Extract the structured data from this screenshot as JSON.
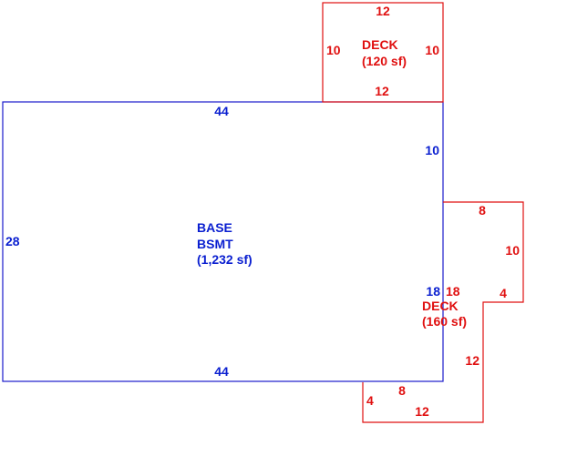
{
  "colors": {
    "basement": "#1a1acc",
    "deck": "#e01010"
  },
  "basement": {
    "name_line1": "BASE",
    "name_line2": "BSMT",
    "area": "(1,232 sf)",
    "dims": {
      "top": "44",
      "bottom": "44",
      "left": "28",
      "right_upper": "10",
      "right_lower": "18"
    }
  },
  "deck_top": {
    "name": "DECK",
    "area": "(120 sf)",
    "dims": {
      "top": "12",
      "bottom": "12",
      "left": "10",
      "right": "10"
    }
  },
  "deck_right": {
    "name": "DECK",
    "area": "(160 sf)",
    "dims": {
      "left": "18",
      "top": "8",
      "right": "10",
      "step": "4",
      "right_lower": "12",
      "bottom": "12",
      "bottom_step": "8",
      "bottom_left": "4"
    }
  }
}
